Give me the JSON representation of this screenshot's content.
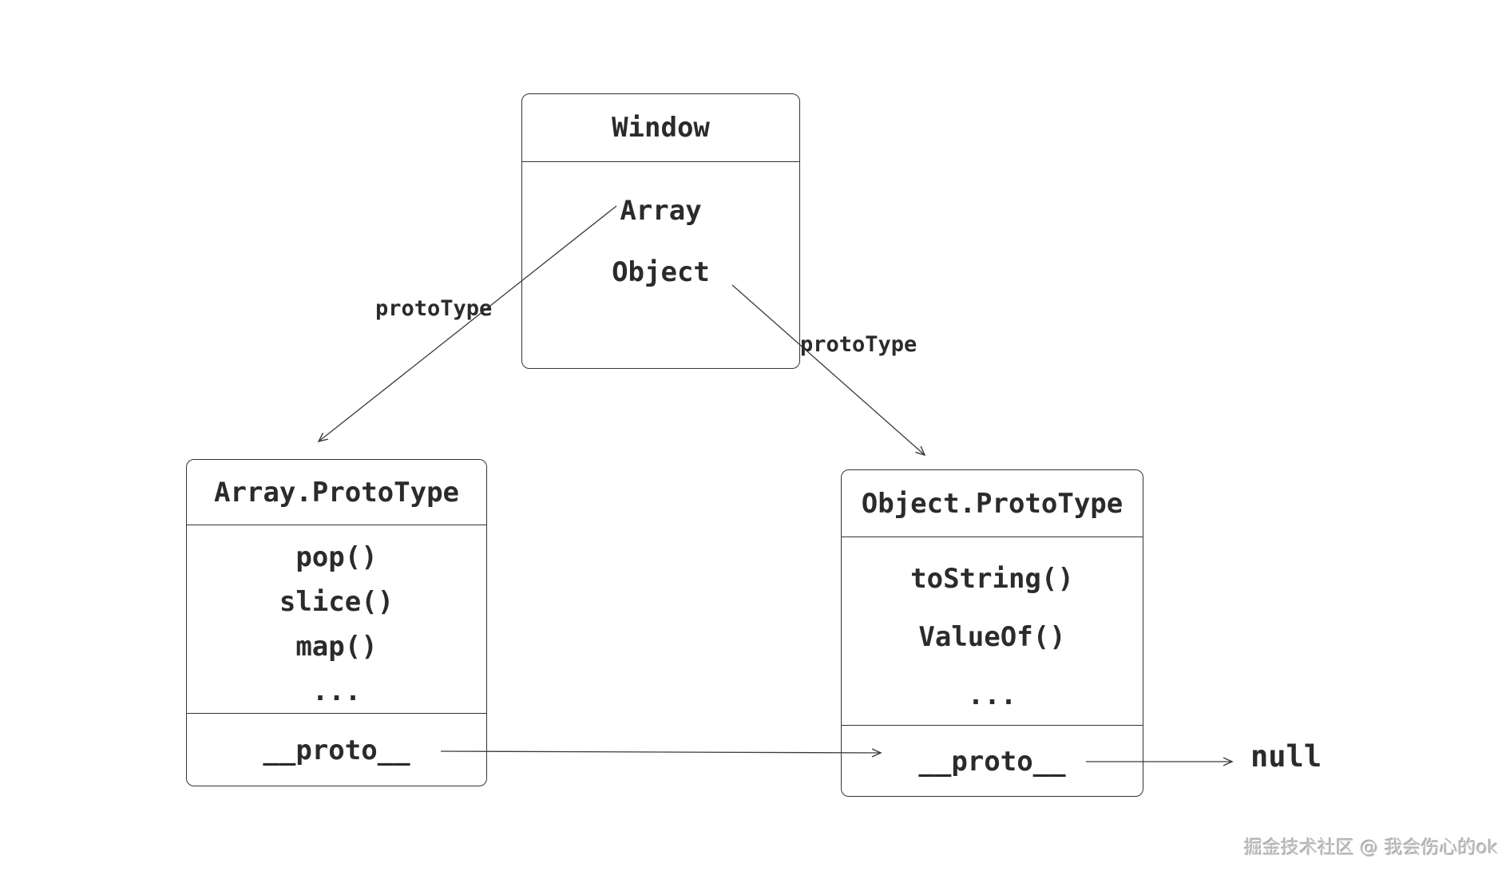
{
  "colors": {
    "background": "#ffffff",
    "stroke": "#343434",
    "text": "#2b2b2b",
    "watermark": "#bfbfbf"
  },
  "window_box": {
    "title": "Window",
    "items": [
      "Array",
      "Object"
    ]
  },
  "array_box": {
    "title": "Array.ProtoType",
    "methods": [
      "pop()",
      "slice()",
      "map()",
      "..."
    ],
    "proto": "__proto__"
  },
  "object_box": {
    "title": "Object.ProtoType",
    "methods": [
      "toString()",
      "ValueOf()",
      "..."
    ],
    "proto": "__proto__"
  },
  "edges": {
    "left_label": "protoType",
    "right_label": "protoType"
  },
  "terminal": {
    "null_label": "null"
  },
  "watermark": {
    "text": "掘金技术社区 @ 我会伤心的ok"
  }
}
